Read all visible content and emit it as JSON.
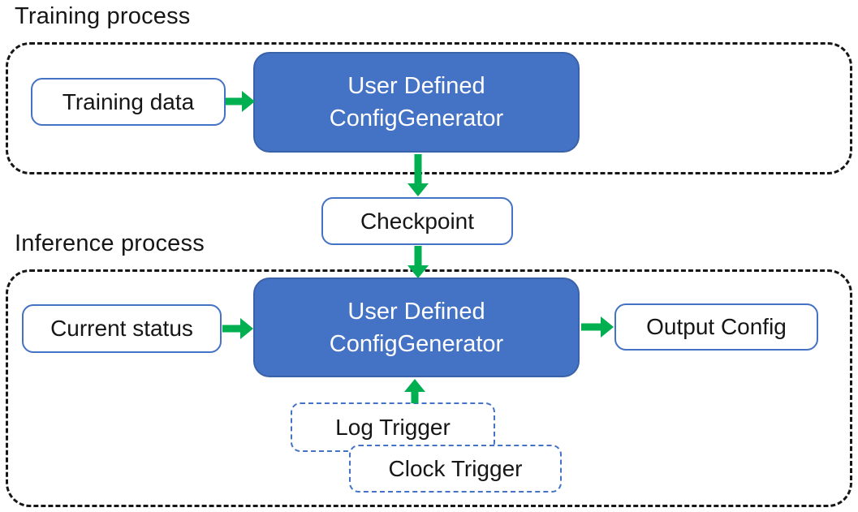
{
  "colors": {
    "accent_blue": "#4472C4",
    "generator_border": "#3A62A8",
    "arrow_green": "#00AF50",
    "outline_dark": "#161616",
    "text_dark": "#161616"
  },
  "training": {
    "section_label": "Training process",
    "training_data_label": "Training data",
    "generator_line1": "User Defined",
    "generator_line2": "ConfigGenerator"
  },
  "checkpoint_label": "Checkpoint",
  "inference": {
    "section_label": "Inference process",
    "current_status_label": "Current status",
    "generator_line1": "User Defined",
    "generator_line2": "ConfigGenerator",
    "output_config_label": "Output Config",
    "log_trigger_label": "Log Trigger",
    "clock_trigger_label": "Clock Trigger"
  }
}
